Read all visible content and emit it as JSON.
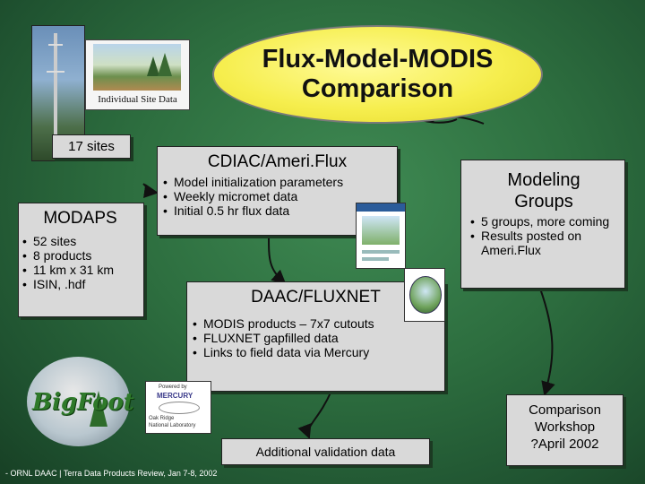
{
  "title": {
    "line1": "Flux-Model-MODIS",
    "line2": "Comparison"
  },
  "site_photo": {
    "caption": "Individual Site Data"
  },
  "sites_box": {
    "label": "17 sites"
  },
  "modaps": {
    "heading": "MODAPS",
    "items": [
      "52 sites",
      "8 products",
      "11 km x 31 km",
      "ISIN, .hdf"
    ]
  },
  "cdiac": {
    "heading": "CDIAC/Ameri.Flux",
    "items": [
      "Model initialization parameters",
      "Weekly micromet data",
      "Initial 0.5 hr flux data"
    ]
  },
  "modeling": {
    "heading": "Modeling Groups",
    "items": [
      "5 groups, more coming",
      "Results posted on Ameri.Flux"
    ]
  },
  "daac": {
    "heading": "DAAC/FLUXNET",
    "items": [
      "MODIS products – 7x7 cutouts",
      "FLUXNET gapfilled data",
      "Links to field data via Mercury"
    ]
  },
  "validation": {
    "label": "Additional validation data"
  },
  "workshop": {
    "line1": "Comparison",
    "line2": "Workshop",
    "line3": "?April 2002"
  },
  "bigfoot_logo": {
    "text": "BigFoot"
  },
  "mercury_logo": {
    "top": "Powered by",
    "name": "MERCURY",
    "sub1": "Oak Ridge",
    "sub2": "National Laboratory"
  },
  "footer": "- ORNL DAAC | Terra Data Products Review, Jan 7-8, 2002"
}
